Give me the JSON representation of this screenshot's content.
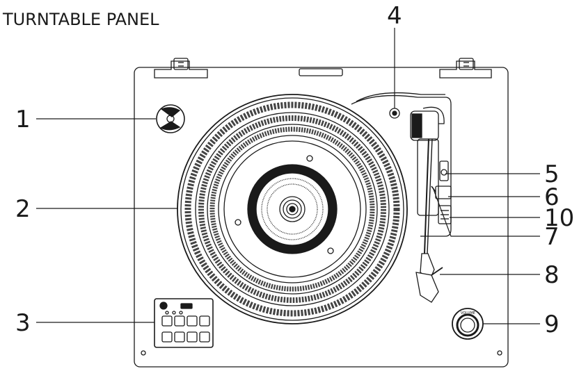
{
  "heading": "TURNTABLE PANEL",
  "callouts": [
    "1",
    "2",
    "3",
    "4",
    "5",
    "6",
    "7",
    "8",
    "9",
    "10"
  ],
  "control_panel": {
    "brand_mark": "1",
    "dial_label": "VOLUME"
  },
  "colors": {
    "line": "#1a1a1a",
    "background": "#ffffff"
  }
}
